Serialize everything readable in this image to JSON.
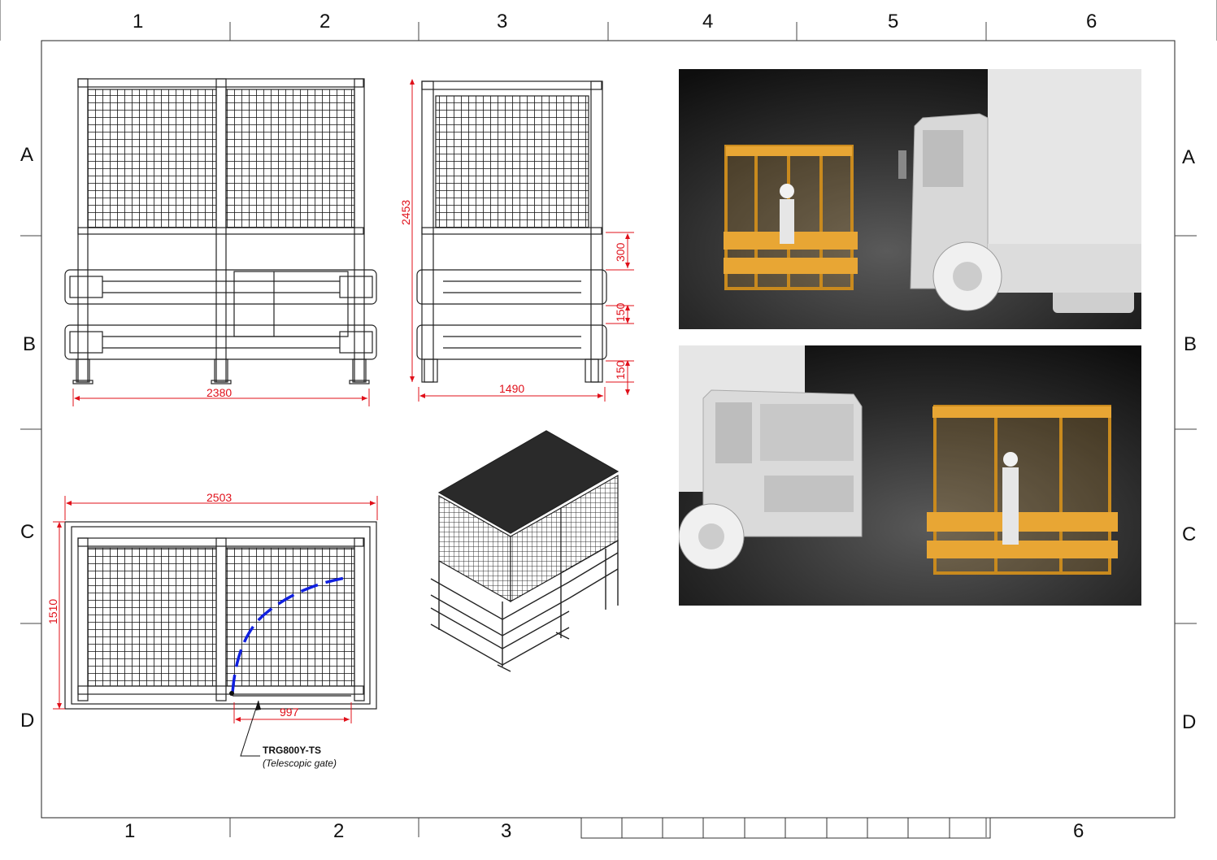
{
  "sheet": {
    "top_columns": [
      "1",
      "2",
      "3",
      "4",
      "5",
      "6"
    ],
    "bottom_columns": [
      "1",
      "2",
      "3",
      "6"
    ],
    "left_rows": [
      "A",
      "B",
      "C",
      "D"
    ],
    "right_rows": [
      "A",
      "B",
      "C",
      "D"
    ]
  },
  "dimensions": {
    "front_width": "2380",
    "side_height": "2453",
    "side_width": "1490",
    "rail_300": "300",
    "rail_150a": "150",
    "rail_150b": "150",
    "plan_width": "2503",
    "plan_depth": "1510",
    "gate_opening": "997"
  },
  "callout": {
    "part_number": "TRG800Y-TS",
    "description": "(Telescopic gate)"
  },
  "colors": {
    "dimension": "#e0101a",
    "gate_swing": "#1020e0",
    "cage_yellow": "#e8a634",
    "render_bg": "#2a2a2a"
  }
}
